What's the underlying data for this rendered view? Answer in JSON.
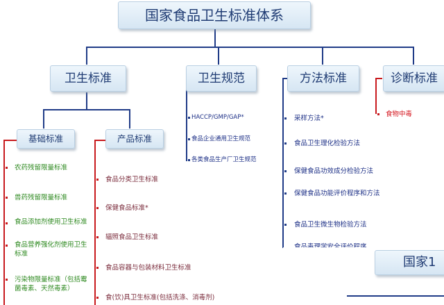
{
  "root": "国家食品卫生标准体系",
  "level1": {
    "hygiene_standard": "卫生标准",
    "hygiene_code": "卫生规范",
    "method_standard": "方法标准",
    "diagnosis_standard": "诊断标准"
  },
  "level2": {
    "basic_standard": "基础标准",
    "product_standard": "产品标准"
  },
  "basic_items": [
    "农药残留限量标准",
    "兽药残留限量标准",
    "食品添加剂使用卫生标准",
    "食品营养强化剂使用卫生标准",
    "污染物限量标准（包括霉菌毒素、天然毒素）"
  ],
  "product_items": [
    "食品分类卫生标准",
    "保健食品标准*",
    "辐照食品卫生标准",
    "食品容器与包装材料卫生标准",
    "食(饮)具卫生标准(包括洗涤、消毒剂)"
  ],
  "code_items": [
    "HACCP/GMP/GAP*",
    "食品企业通用卫生规范",
    "各类食品生产厂卫生规范"
  ],
  "method_items": [
    "采样方法*",
    "食品卫生理化检验方法",
    "保健食品功效成分检验方法",
    "保健食品功能评价程序和方法",
    "食品卫生微生物检验方法",
    "食品毒理学安全评价程序"
  ],
  "diagnosis_items": [
    "食物中毒"
  ],
  "overlay_title": "国家1"
}
